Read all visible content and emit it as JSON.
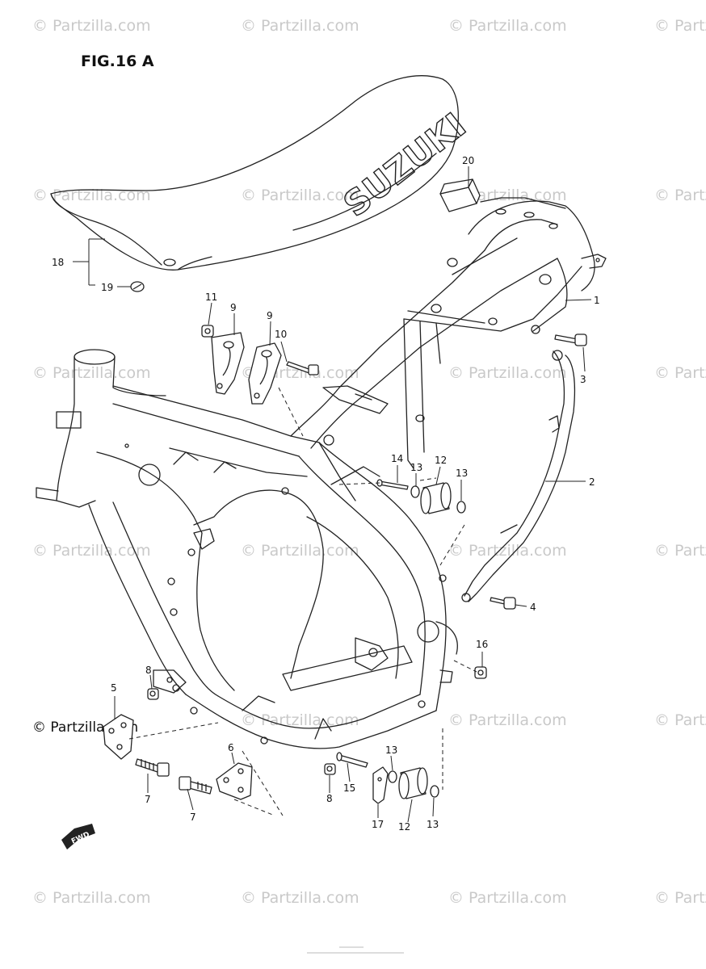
{
  "figure": {
    "title": "FIG.16 A"
  },
  "seat": {
    "brand_text": "SUZUKI"
  },
  "watermark": {
    "text": "© Partzilla.com",
    "corner_text": "© Partzilla.com"
  },
  "fwd_arrow": {
    "label": "FWD"
  },
  "callouts": [
    {
      "id": "c1",
      "label": "1"
    },
    {
      "id": "c2",
      "label": "2"
    },
    {
      "id": "c3",
      "label": "3"
    },
    {
      "id": "c4",
      "label": "4"
    },
    {
      "id": "c5",
      "label": "5"
    },
    {
      "id": "c6",
      "label": "6"
    },
    {
      "id": "c7a",
      "label": "7"
    },
    {
      "id": "c7b",
      "label": "7"
    },
    {
      "id": "c8a",
      "label": "8"
    },
    {
      "id": "c8b",
      "label": "8"
    },
    {
      "id": "c9a",
      "label": "9"
    },
    {
      "id": "c9b",
      "label": "9"
    },
    {
      "id": "c10",
      "label": "10"
    },
    {
      "id": "c11",
      "label": "11"
    },
    {
      "id": "c12a",
      "label": "12"
    },
    {
      "id": "c12b",
      "label": "12"
    },
    {
      "id": "c13a",
      "label": "13"
    },
    {
      "id": "c13b",
      "label": "13"
    },
    {
      "id": "c13c",
      "label": "13"
    },
    {
      "id": "c13d",
      "label": "13"
    },
    {
      "id": "c14",
      "label": "14"
    },
    {
      "id": "c15",
      "label": "15"
    },
    {
      "id": "c16",
      "label": "16"
    },
    {
      "id": "c17",
      "label": "17"
    },
    {
      "id": "c18",
      "label": "18"
    },
    {
      "id": "c19",
      "label": "19"
    },
    {
      "id": "c20",
      "label": "20"
    }
  ]
}
